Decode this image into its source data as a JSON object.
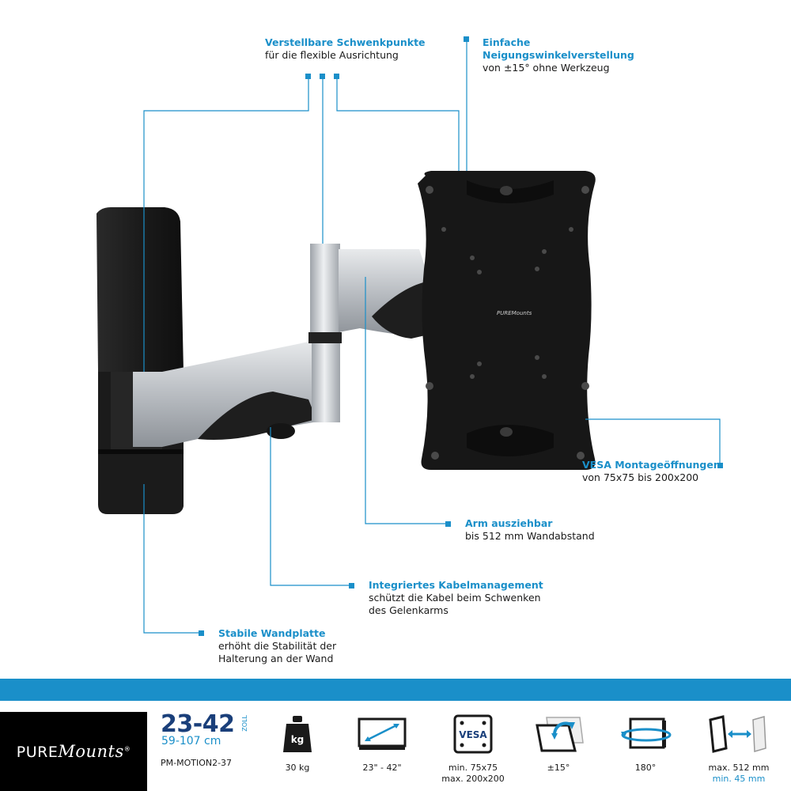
{
  "callouts": {
    "swivel": {
      "title": "Verstellbare Schwenkpunkte",
      "desc": "für die flexible Ausrichtung"
    },
    "tilt": {
      "title": "Einfache",
      "title2": "Neigungswinkelverstellung",
      "desc": "von  ±15° ohne Werkzeug"
    },
    "vesa": {
      "title": "VESA Montageöffnungen",
      "desc": "von 75x75 bis 200x200"
    },
    "arm": {
      "title": "Arm ausziehbar",
      "desc": "bis 512 mm Wandabstand"
    },
    "cable": {
      "title": "Integriertes Kabelmanagement",
      "desc": "schützt die Kabel beim Schwenken",
      "desc2": "des Gelenkarms"
    },
    "wallplate": {
      "title": "Stabile Wandplatte",
      "desc": "erhöht die Stabilität der",
      "desc2": "Halterung an der Wand"
    }
  },
  "product_logo": "PUREMounts",
  "brand": {
    "name": "PURE",
    "script": "Mounts",
    "mark": "®"
  },
  "size": {
    "inches": "23-42",
    "unit": "ZOLL",
    "cm": "59-107 cm",
    "model": "PM-MOTION2-37"
  },
  "specs": [
    {
      "icon": "weight-icon",
      "label": "30 kg",
      "icon_text": "kg"
    },
    {
      "icon": "screen-size-icon",
      "label": "23\" - 42\""
    },
    {
      "icon": "vesa-icon",
      "label": "min. 75x75",
      "label2": "max. 200x200",
      "icon_text": "VESA"
    },
    {
      "icon": "tilt-icon",
      "label": "±15°"
    },
    {
      "icon": "swivel-icon",
      "label": "180°"
    },
    {
      "icon": "wall-distance-icon",
      "label": "max. 512 mm",
      "label_accent": "min. 45 mm"
    }
  ],
  "colors": {
    "accent": "#1a8fc9",
    "dark": "#1a1a1a",
    "band": "#1a8fc9",
    "navy": "#1a3f7a"
  }
}
